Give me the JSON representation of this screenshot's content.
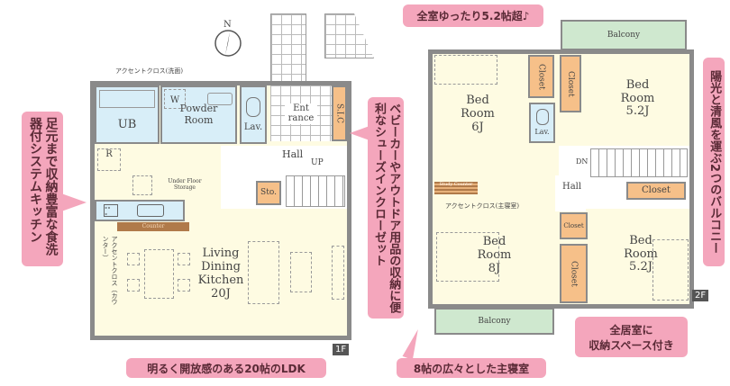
{
  "compass": {
    "north_label": "N"
  },
  "floor1": {
    "badge": "1F",
    "accent_cloth_washroom": "アクセントクロス(洗面)",
    "accent_cloth_counter": "アクセントクロス（カウンター）",
    "rooms": {
      "ub": "UB",
      "washer": "W",
      "powder": "Powder Room",
      "lav": "Lav.",
      "entrance": "Ent rance",
      "sic": "S.I.C",
      "hall": "Hall",
      "up": "UP",
      "refrigerator": "R",
      "under_floor": "Under Floor Storage",
      "storage": "Sto.",
      "counter": "Counter",
      "ldk_line1": "Living",
      "ldk_line2": "Dining",
      "ldk_line3": "Kitchen",
      "ldk_size": "20J"
    }
  },
  "floor2": {
    "badge": "2F",
    "accent_cloth_master": "アクセントクロス(主寝室)",
    "rooms": {
      "balcony_top": "Balcony",
      "balcony_bottom": "Balcony",
      "bed6_line1": "Bed",
      "bed6_line2": "Room",
      "bed6_size": "6J",
      "bed52a_line1": "Bed",
      "bed52a_line2": "Room",
      "bed52a_size": "5.2J",
      "bed8_line1": "Bed",
      "bed8_line2": "Room",
      "bed8_size": "8J",
      "bed52b_line1": "Bed",
      "bed52b_line2": "Room",
      "bed52b_size": "5.2J",
      "closet": "Closet",
      "lav": "Lav.",
      "hall": "Hall",
      "dn": "DN",
      "study": "Study Counter"
    }
  },
  "callouts": {
    "kitchen": "足元まで収納豊富な食洗器付システムキッチン",
    "shoes": "ベビーカーやアウトドア用品の収納に便利なシューズインクローゼット",
    "balcony": "陽光と清風を運ぶ2つのバルコニー",
    "rooms_size": "全室ゆったり5.2帖超♪",
    "ldk": "明るく開放感のある20帖のLDK",
    "master": "8帖の広々とした主寝室",
    "storage_line1": "全居室に",
    "storage_line2": "収納スペース付き"
  },
  "colors": {
    "pink": "#f4a6bc",
    "yellow": "#fefbe2",
    "blue": "#d8eef8",
    "orange": "#f6c089",
    "green": "#cfe8cf",
    "wall": "#8a8a8a"
  }
}
